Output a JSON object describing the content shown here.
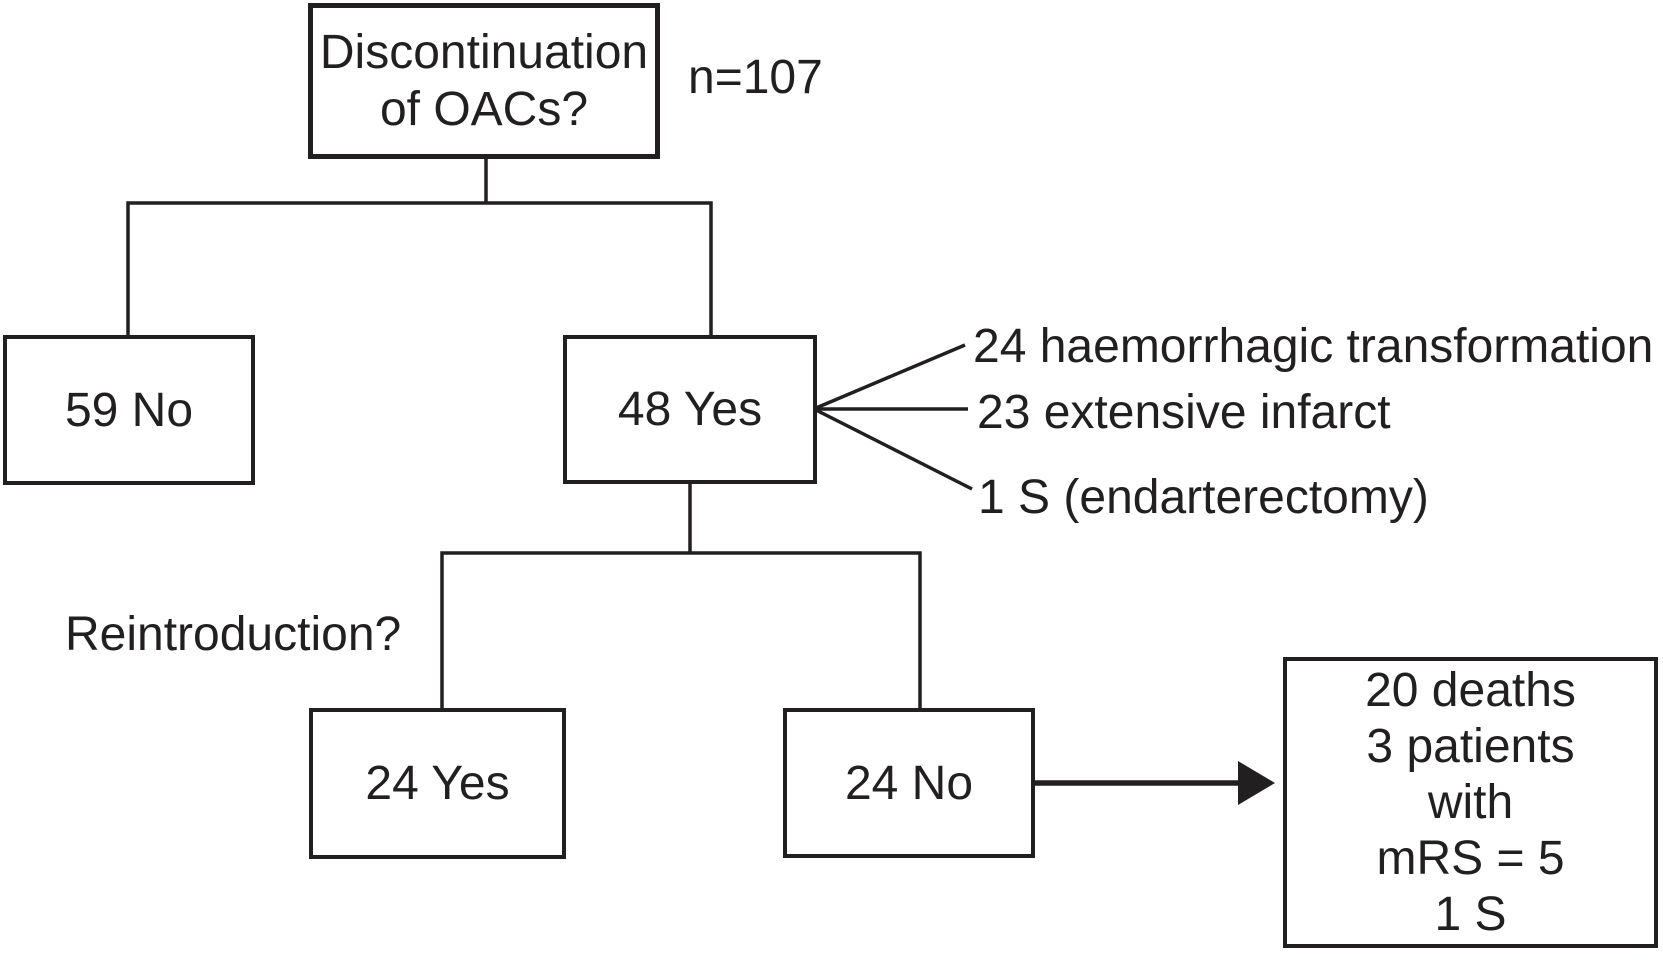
{
  "flowchart": {
    "root": {
      "question": "Discontinuation\nof OACs?",
      "cohort_label": "n=107"
    },
    "discontinuation": {
      "no": "59 No",
      "yes": "48 Yes"
    },
    "discontinuation_reasons": [
      "24 haemorrhagic transformation",
      "23 extensive infarct",
      "1 S (endarterectomy)"
    ],
    "reintroduction": {
      "question": "Reintroduction?",
      "yes": "24 Yes",
      "no": "24 No"
    },
    "no_reintroduction_outcome": "20 deaths\n3 patients\nwith\nmRS = 5\n1 S",
    "colors": {
      "ink": "#221f20",
      "background": "#ffffff"
    }
  }
}
